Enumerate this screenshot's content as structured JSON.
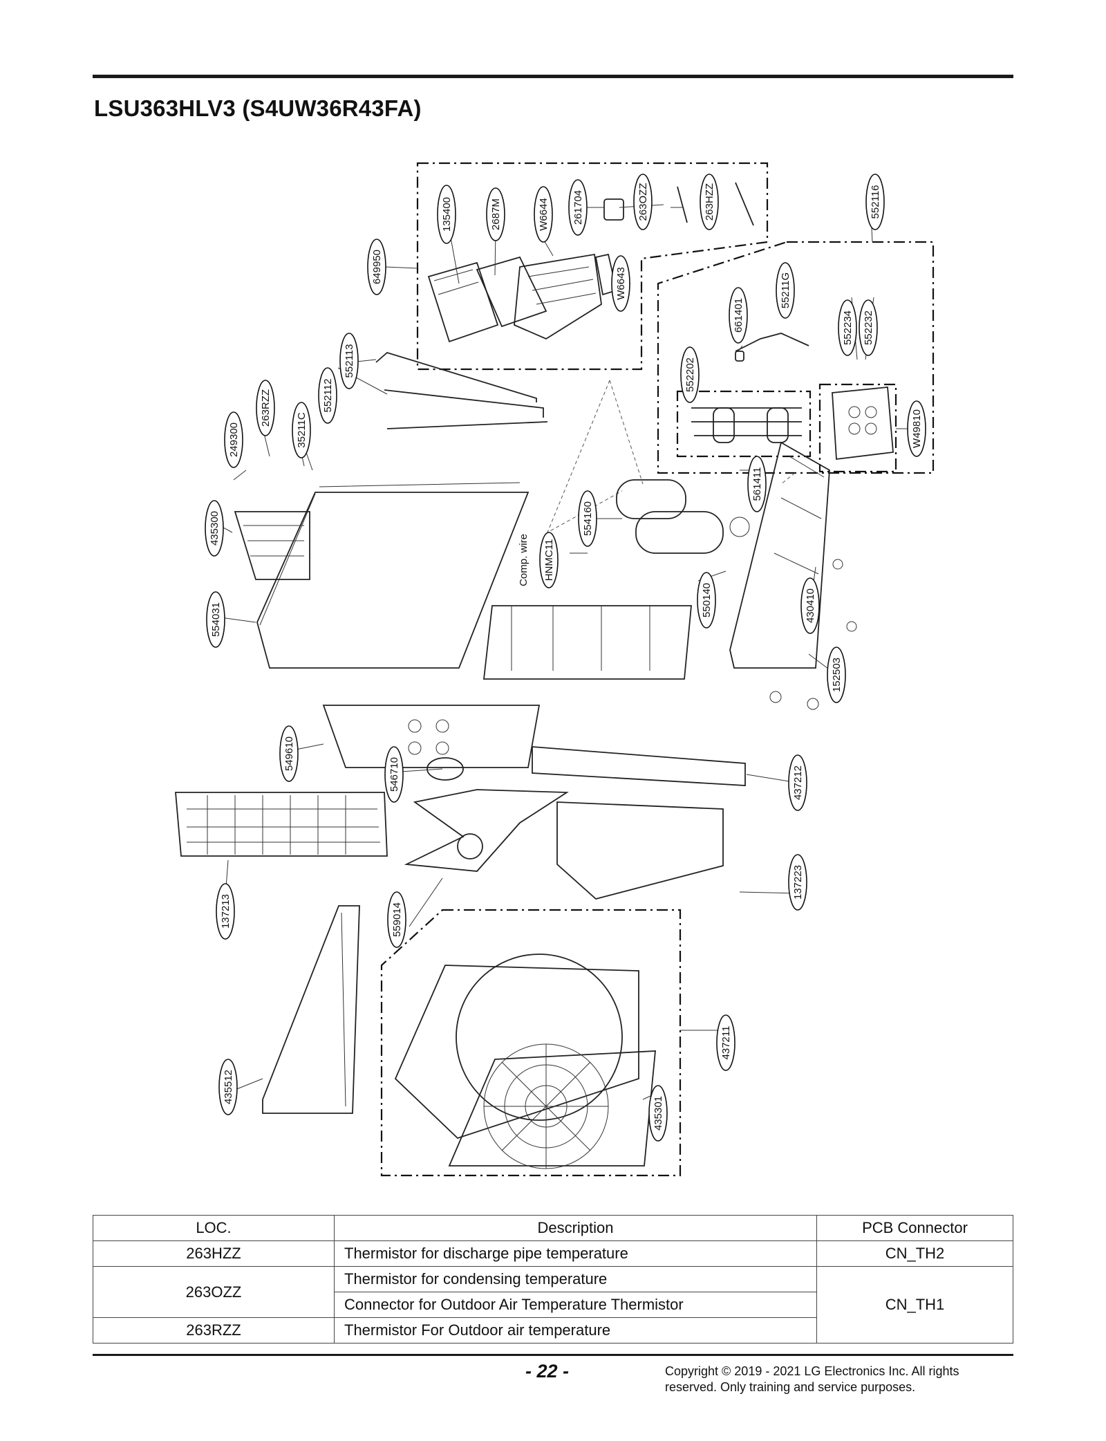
{
  "header": {
    "title": "LSU363HLV3 (S4UW36R43FA)"
  },
  "diagram": {
    "part_labels": [
      "135400",
      "2687M",
      "W6644",
      "261704",
      "263OZZ",
      "263HZZ",
      "552116",
      "649950",
      "W6643",
      "661401",
      "55211G",
      "552234",
      "552232",
      "552113",
      "552112",
      "552202",
      "263RZZ",
      "35211C",
      "249300",
      "W49810",
      "561411",
      "435300",
      "554160",
      "Comp. wire",
      "HNMC11",
      "550140",
      "430410",
      "554031",
      "152503",
      "549610",
      "546710",
      "437212",
      "137213",
      "137223",
      "559014",
      "437211",
      "435512",
      "435301"
    ]
  },
  "table": {
    "headers": [
      "LOC.",
      "Description",
      "PCB Connector"
    ],
    "rows": [
      {
        "loc": "263HZZ",
        "desc": "Thermistor for discharge pipe temperature",
        "pcb": "CN_TH2"
      },
      {
        "loc": "263OZZ",
        "desc": "Thermistor for condensing temperature",
        "pcb": "CN_TH1"
      },
      {
        "desc": "Connector for Outdoor Air Temperature Thermistor"
      },
      {
        "loc": "263RZZ",
        "desc": "Thermistor For Outdoor air temperature"
      }
    ]
  },
  "footer": {
    "page_number": "- 22 -",
    "copyright": "Copyright © 2019 - 2021 LG Electronics Inc. All rights reserved. Only training and service purposes."
  }
}
